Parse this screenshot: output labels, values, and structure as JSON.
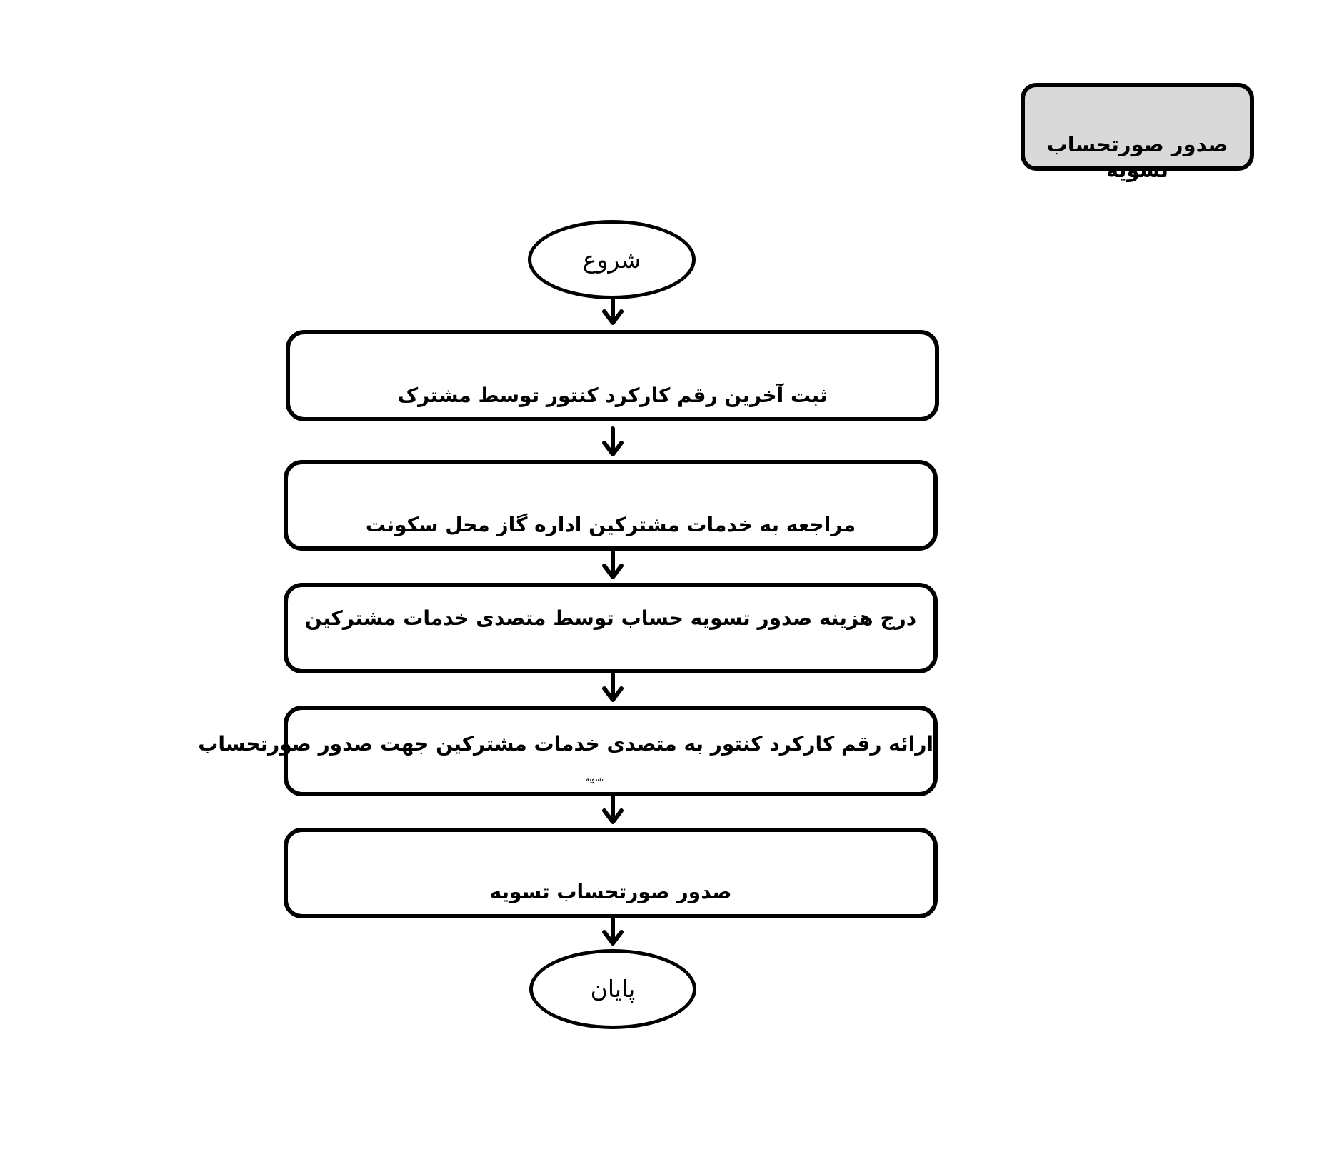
{
  "title": "صدور صورتحساب تسویه",
  "start": "شروع",
  "end": "پایان",
  "steps": [
    "ثبت آخرین رقم کارکرد کنتور توسط مشترک",
    "مراجعه به خدمات مشترکین اداره گاز محل سکونت",
    "درج هزینه صدور تسویه حساب توسط متصدی خدمات مشترکین",
    "ارائه رقم کارکرد کنتور به متصدی خدمات مشترکین جهت صدور صورتحساب",
    "صدور صورتحساب تسویه"
  ],
  "step4_fragment": "تسویه"
}
